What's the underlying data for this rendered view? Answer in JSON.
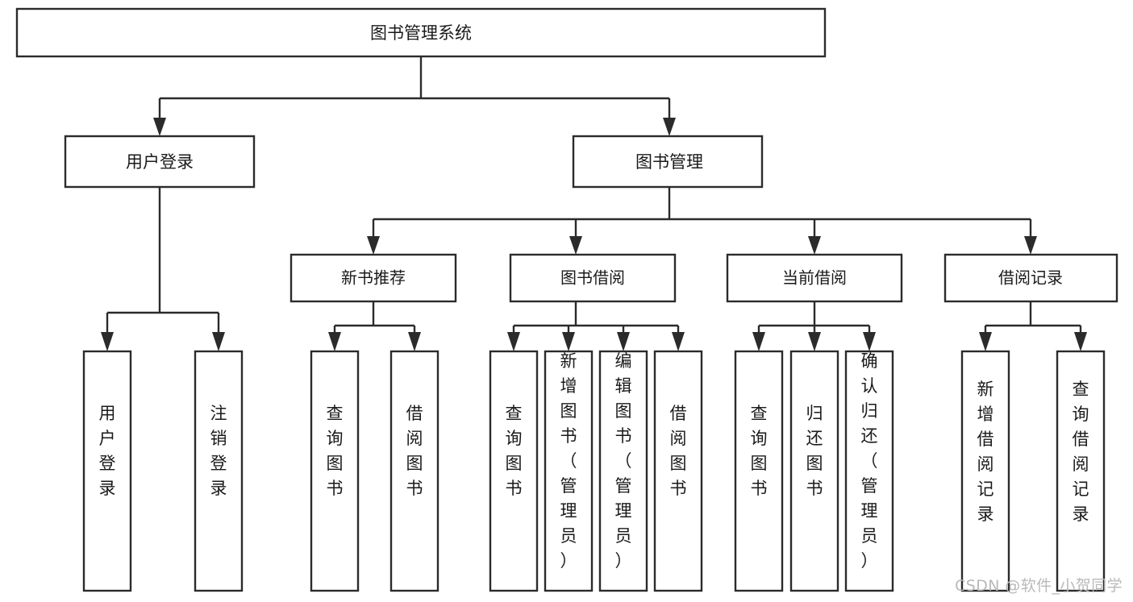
{
  "diagram": {
    "title": "图书管理系统",
    "type": "tree",
    "watermark": "CSDN @软件_小贺同学",
    "colors": {
      "box_stroke": "#2b2b2b",
      "box_fill": "#ffffff",
      "text": "#1a1a1a",
      "watermark": "#b9b9b9",
      "background": "#ffffff"
    },
    "root": {
      "label": "图书管理系统",
      "orientation": "horizontal"
    },
    "level2": [
      {
        "id": "user-login",
        "label": "用户登录",
        "orientation": "horizontal"
      },
      {
        "id": "book-manage",
        "label": "图书管理",
        "orientation": "horizontal"
      }
    ],
    "level3": [
      {
        "id": "new-book-recommend",
        "label": "新书推荐",
        "parent": "book-manage",
        "orientation": "horizontal"
      },
      {
        "id": "book-borrow",
        "label": "图书借阅",
        "parent": "book-manage",
        "orientation": "horizontal"
      },
      {
        "id": "current-borrow",
        "label": "当前借阅",
        "parent": "book-manage",
        "orientation": "horizontal"
      },
      {
        "id": "borrow-record",
        "label": "借阅记录",
        "parent": "book-manage",
        "orientation": "horizontal"
      }
    ],
    "leaves": [
      {
        "id": "leaf-user-login",
        "label": "用户登录",
        "parent": "user-login",
        "orientation": "vertical"
      },
      {
        "id": "leaf-user-logout",
        "label": "注销登录",
        "parent": "user-login",
        "orientation": "vertical"
      },
      {
        "id": "leaf-query-book-1",
        "label": "查询图书",
        "parent": "new-book-recommend",
        "orientation": "vertical"
      },
      {
        "id": "leaf-borrow-book-1",
        "label": "借阅图书",
        "parent": "new-book-recommend",
        "orientation": "vertical"
      },
      {
        "id": "leaf-query-book-2",
        "label": "查询图书",
        "parent": "book-borrow",
        "orientation": "vertical"
      },
      {
        "id": "leaf-add-book",
        "label": "新增图书（管理员）",
        "parent": "book-borrow",
        "orientation": "vertical"
      },
      {
        "id": "leaf-edit-book",
        "label": "编辑图书（管理员）",
        "parent": "book-borrow",
        "orientation": "vertical"
      },
      {
        "id": "leaf-borrow-book-2",
        "label": "借阅图书",
        "parent": "book-borrow",
        "orientation": "vertical"
      },
      {
        "id": "leaf-query-book-3",
        "label": "查询图书",
        "parent": "current-borrow",
        "orientation": "vertical"
      },
      {
        "id": "leaf-return-book",
        "label": "归还图书",
        "parent": "current-borrow",
        "orientation": "vertical"
      },
      {
        "id": "leaf-confirm-return",
        "label": "确认归还（管理员）",
        "parent": "current-borrow",
        "orientation": "vertical"
      },
      {
        "id": "leaf-add-record",
        "label": "新增借阅记录",
        "parent": "borrow-record",
        "orientation": "vertical"
      },
      {
        "id": "leaf-query-record",
        "label": "查询借阅记录",
        "parent": "borrow-record",
        "orientation": "vertical"
      }
    ]
  }
}
